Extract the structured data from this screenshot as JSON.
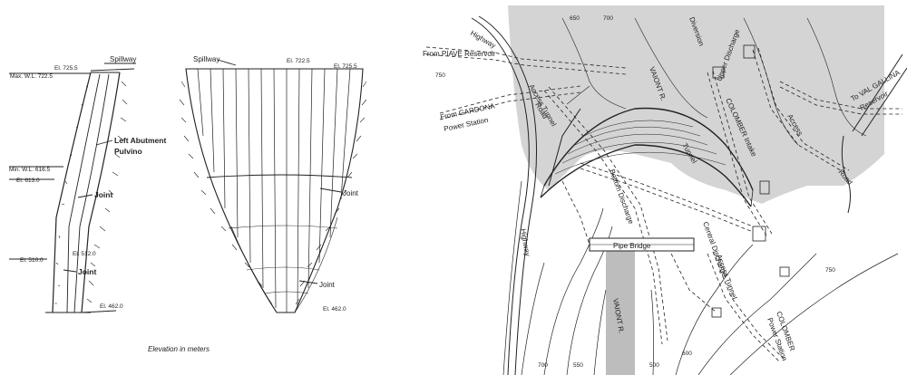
{
  "section": {
    "labels": {
      "spillway": "Spillway",
      "el_top": "El. 725.5",
      "max_wl": "Max. W.L. 722.5",
      "left_abutment": "Left Abutment",
      "pulvino": "Pulvino",
      "min_wl": "Min. W.L. 616.5",
      "el_613": "El. 613.0",
      "joint_upper": "Joint",
      "el_512": "El. 512.0",
      "el_510": "El. 510.0",
      "joint_lower": "Joint",
      "el_462": "El. 462.0"
    }
  },
  "elevation": {
    "labels": {
      "spillway": "Spillway",
      "el_722": "El. 722.5",
      "el_725": "El. 725.5",
      "joint_upper": "Joint",
      "joint_lower": "Joint",
      "el_462": "El. 462.0"
    }
  },
  "caption": "Elevation in meters",
  "plan": {
    "labels": {
      "highway_top": "Highway",
      "from_piave": "From PIAVE Reservoir",
      "from_gardona": "From GARDONA",
      "power_station": "Power Station",
      "access_tunnel": "Access Tunnel",
      "road": "Road",
      "vaiont_r_upper": "VAIONT R.",
      "diversion": "Diversion",
      "colomber_intake": "COLOMBER Intake",
      "upper_discharge": "Upper Discharge",
      "access": "Access",
      "to_val_gallina": "To VAL GALLINA",
      "reservoir": "Reservoir",
      "road_right": "Road",
      "tunnel": "Tunnel",
      "bottom_discharge": "Bottom Discharge",
      "pipe_bridge": "Pipe Bridge",
      "highway_left": "Highway",
      "central_discharge": "Central Discharge",
      "access_tunnel_lower": "Access Tunnel",
      "colomber_ps": "COLOMBER",
      "power_station_lower": "Power Station",
      "vaiont_r_lower": "VAIONT R.",
      "c_750": "750",
      "c_700_a": "700",
      "c_650": "650",
      "c_600": "600",
      "c_550": "550",
      "c_500": "500",
      "c_700_b": "700",
      "c_750_b": "750"
    }
  },
  "colors": {
    "ink": "#222222",
    "reservoir": "#d4d4d4",
    "river": "#bdbdbd"
  }
}
